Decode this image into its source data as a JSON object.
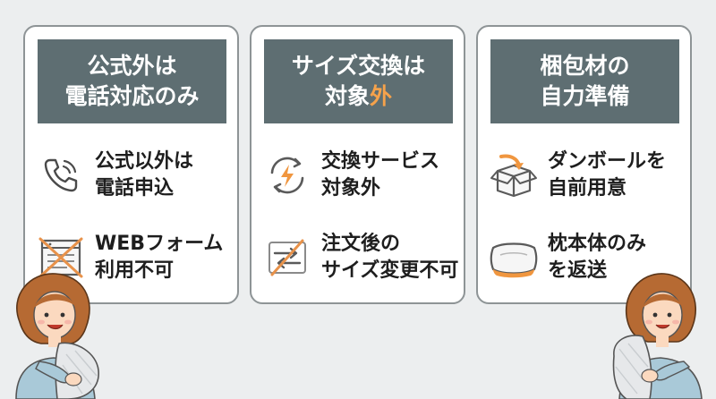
{
  "cards": [
    {
      "header": {
        "line1": "公式外は",
        "line2": "電話対応のみ"
      },
      "rows": [
        {
          "icon": "phone-icon",
          "line1": "公式以外は",
          "line2": "電話申込"
        },
        {
          "icon": "web-form-crossed-icon",
          "line1": "WEBフォーム",
          "line2": "利用不可"
        }
      ]
    },
    {
      "header": {
        "line1": "サイズ交換は",
        "line2a": "対象",
        "line2b": "外"
      },
      "rows": [
        {
          "icon": "exchange-cycle-icon",
          "line1": "交換サービス",
          "line2": "対象外"
        },
        {
          "icon": "no-exchange-icon",
          "line1": "注文後の",
          "line2": "サイズ変更不可"
        }
      ]
    },
    {
      "header": {
        "line1": "梱包材の",
        "line2": "自力準備"
      },
      "rows": [
        {
          "icon": "cardboard-box-icon",
          "line1": "ダンボールを",
          "line2": "自前用意"
        },
        {
          "icon": "pillow-icon",
          "line1": "枕本体のみ",
          "line2": "を返送"
        }
      ]
    }
  ],
  "colors": {
    "header_bg": "#5e6e72",
    "accent": "#f5a24b",
    "card_border": "#8e9496",
    "page_bg": "#eceeef"
  }
}
